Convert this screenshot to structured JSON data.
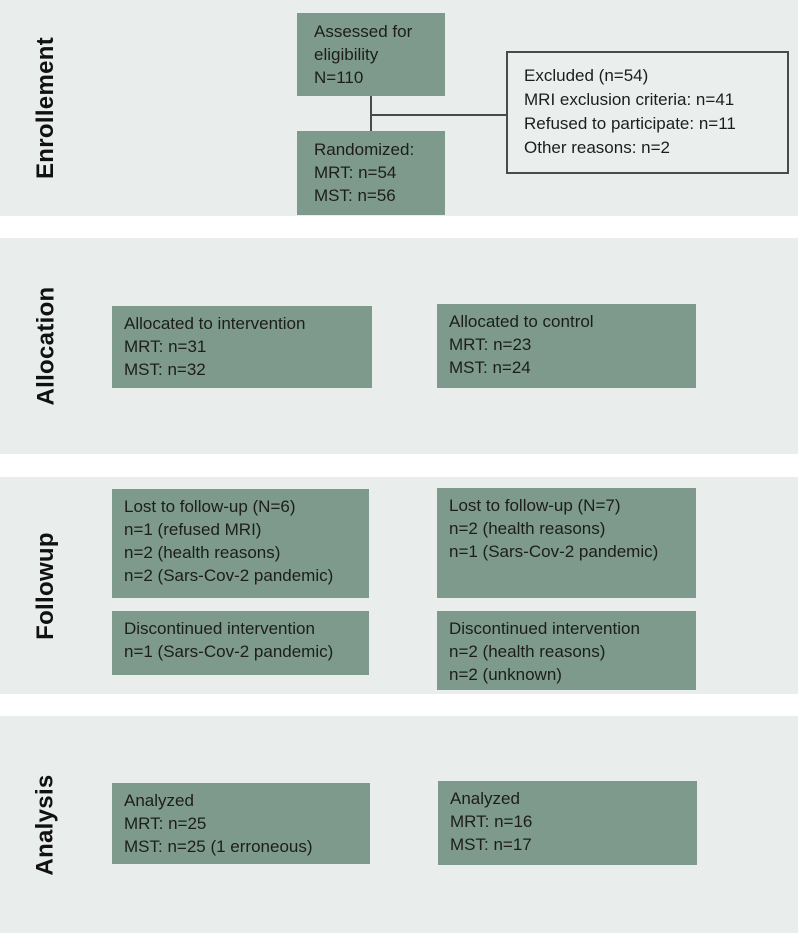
{
  "diagram": {
    "colors": {
      "box_fill": "#7d9a8c",
      "band_bg": "#e9edeb",
      "outline": "#4a4a4a",
      "text": "#1d1d1d",
      "page_bg": "#ffffff"
    },
    "sections": {
      "enrollment": {
        "label": "Enrollement",
        "assessed": "Assessed for\neligibility\nN=110",
        "randomized": "Randomized:\nMRT: n=54\nMST: n=56",
        "excluded": "Excluded (n=54)\nMRI exclusion criteria: n=41\nRefused to participate: n=11\nOther reasons: n=2"
      },
      "allocation": {
        "label": "Allocation",
        "intervention": "Allocated to intervention\nMRT: n=31\nMST: n=32",
        "control": "Allocated to control\nMRT: n=23\nMST: n=24"
      },
      "followup": {
        "label": "Followup",
        "lost_intervention": "Lost to follow-up (N=6)\nn=1 (refused MRI)\nn=2 (health reasons)\nn=2 (Sars-Cov-2 pandemic)",
        "discontinued_intervention": "Discontinued intervention\nn=1 (Sars-Cov-2 pandemic)",
        "lost_control": "Lost to follow-up (N=7)\nn=2 (health reasons)\nn=1 (Sars-Cov-2 pandemic)",
        "discontinued_control": "Discontinued intervention\nn=2 (health reasons)\nn=2 (unknown)"
      },
      "analysis": {
        "label": "Analysis",
        "analyzed_intervention": "Analyzed\nMRT: n=25\nMST: n=25 (1 erroneous)",
        "analyzed_control": "Analyzed\nMRT: n=16\nMST: n=17"
      }
    }
  }
}
